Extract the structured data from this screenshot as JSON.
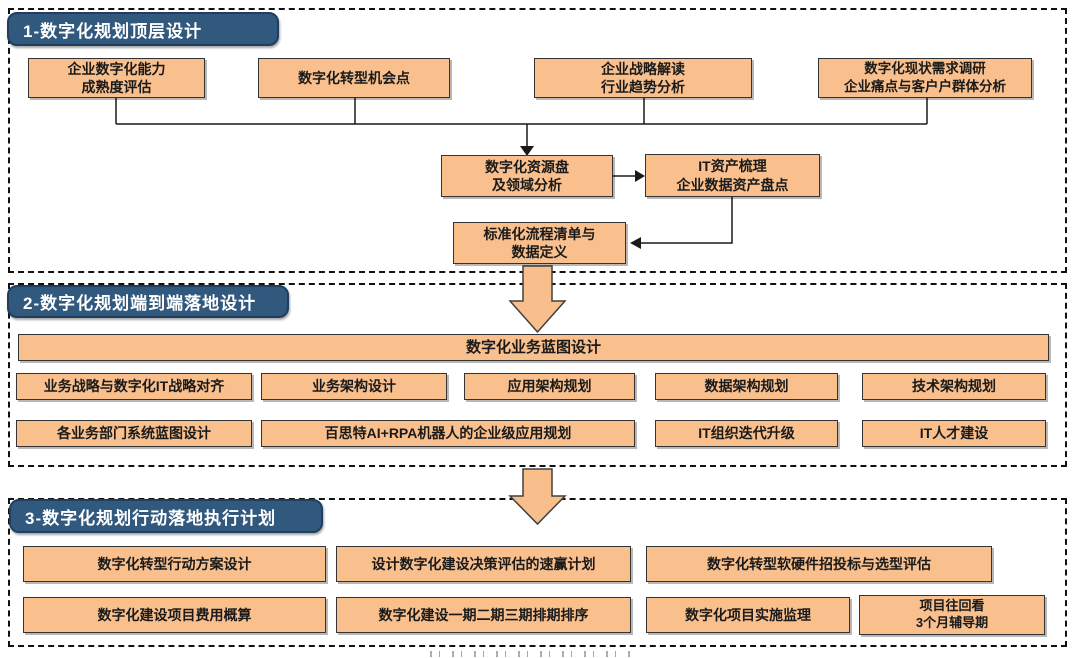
{
  "colors": {
    "box_fill": "#F9C08E",
    "box_border": "#333333",
    "tab_fill": "#31597E",
    "tab_border": "#203F5E",
    "arrow_fill": "#F8BE8C",
    "arrow_border": "#404040",
    "line": "#1a1a1a",
    "dash": "#111111"
  },
  "sections": {
    "s1": {
      "title": "1-数字化规划顶层设计",
      "top_boxes": [
        {
          "l1": "企业数字化能力",
          "l2": "成熟度评估"
        },
        {
          "l1": "数字化转型机会点"
        },
        {
          "l1": "企业战略解读",
          "l2": "行业趋势分析"
        },
        {
          "l1": "数字化现状需求调研",
          "l2": "企业痛点与客户户群体分析"
        }
      ],
      "mid_boxes": [
        {
          "l1": "数字化资源盘",
          "l2": "及领域分析"
        },
        {
          "l1": "IT资产梳理",
          "l2": "企业数据资产盘点"
        },
        {
          "l1": "标准化流程清单与",
          "l2": "数据定义"
        }
      ]
    },
    "s2": {
      "title": "2-数字化规划端到端落地设计",
      "banner": "数字化业务蓝图设计",
      "row1": [
        "业务战略与数字化IT战略对齐",
        "业务架构设计",
        "应用架构规划",
        "数据架构规划",
        "技术架构规划"
      ],
      "row2": [
        "各业务部门系统蓝图设计",
        "百思特AI+RPA机器人的企业级应用规划",
        "IT组织迭代升级",
        "IT人才建设"
      ]
    },
    "s3": {
      "title": "3-数字化规划行动落地执行计划",
      "row1": [
        "数字化转型行动方案设计",
        "设计数字化建设决策评估的速赢计划",
        "数字化转型软硬件招投标与选型评估"
      ],
      "row2": [
        "数字化建设项目费用概算",
        "数字化建设一期二期三期排期排序",
        "数字化项目实施监理"
      ],
      "row2_last": {
        "l1": "项目往回看",
        "l2": "3个月辅导期"
      }
    }
  }
}
